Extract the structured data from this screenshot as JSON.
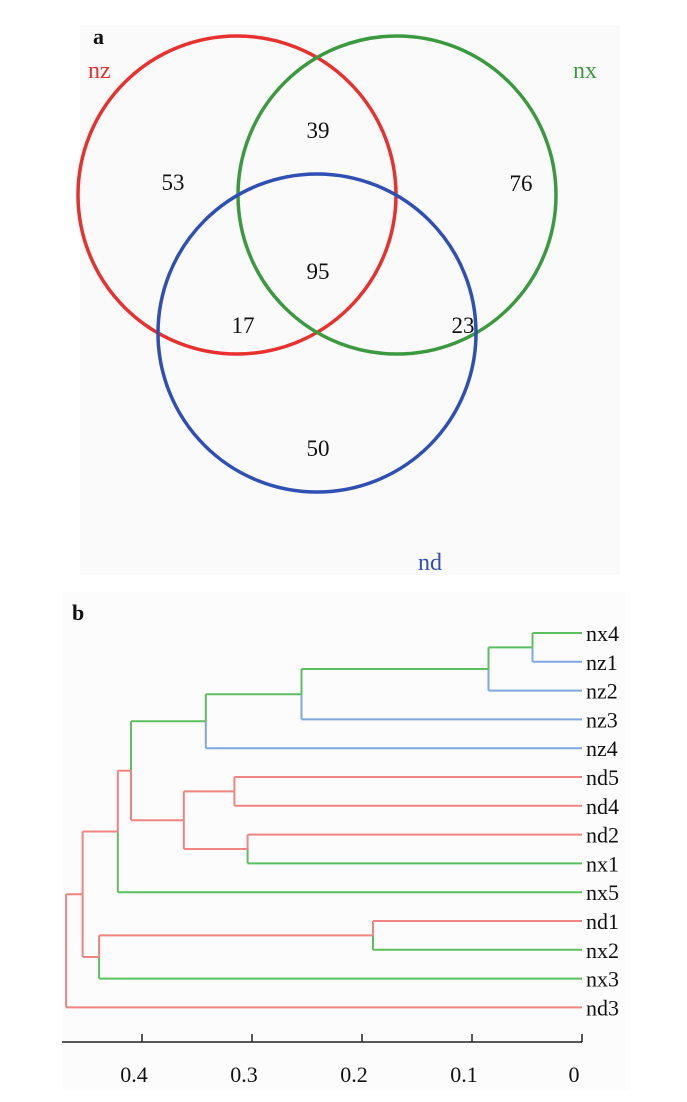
{
  "colors": {
    "nz": "#e8312f",
    "nx": "#3b9a3f",
    "nd": "#2f4fb3",
    "branch_red": "#ef8480",
    "branch_green": "#5cbf5f",
    "branch_blue": "#7ea8e2"
  },
  "chart_data": [
    {
      "type": "venn",
      "panel_label": "a",
      "sets": [
        "nz",
        "nx",
        "nd"
      ],
      "regions": {
        "nz_only": "53",
        "nz_nx": "39",
        "nx_only": "76",
        "all": "95",
        "nz_nd": "17",
        "nx_nd": "23",
        "nd_only": "50"
      }
    },
    {
      "type": "dendrogram",
      "panel_label": "b",
      "xlim": [
        0.474,
        0
      ],
      "ticks": [
        "0.4",
        "0.3",
        "0.2",
        "0.1",
        "0"
      ],
      "tick_values": [
        0.4,
        0.3,
        0.2,
        0.1,
        0
      ],
      "leaves": [
        "nx4",
        "nz1",
        "nz2",
        "nz3",
        "nz4",
        "nd5",
        "nd4",
        "nd2",
        "nx1",
        "nx5",
        "nd1",
        "nx2",
        "nx3",
        "nd3"
      ],
      "tree": {
        "h": 0.469,
        "colors": [
          "red",
          "red"
        ],
        "children": [
          {
            "h": 0.454,
            "colors": [
              "red",
              "red"
            ],
            "children": [
              {
                "h": 0.422,
                "colors": [
                  "red",
                  "green"
                ],
                "children": [
                  {
                    "h": 0.41,
                    "colors": [
                      "green",
                      "red"
                    ],
                    "children": [
                      {
                        "h": 0.342,
                        "colors": [
                          "green",
                          "blue"
                        ],
                        "children": [
                          {
                            "h": 0.255,
                            "colors": [
                              "green",
                              "blue"
                            ],
                            "children": [
                              {
                                "h": 0.085,
                                "colors": [
                                  "green",
                                  "blue"
                                ],
                                "children": [
                                  {
                                    "h": 0.045,
                                    "colors": [
                                      "green",
                                      "blue"
                                    ],
                                    "children": [
                                      {
                                        "leaf": 0
                                      },
                                      {
                                        "leaf": 1
                                      }
                                    ]
                                  },
                                  {
                                    "leaf": 2
                                  }
                                ]
                              },
                              {
                                "leaf": 3
                              }
                            ]
                          },
                          {
                            "leaf": 4
                          }
                        ]
                      },
                      {
                        "h": 0.362,
                        "colors": [
                          "red",
                          "red"
                        ],
                        "children": [
                          {
                            "h": 0.316,
                            "colors": [
                              "red",
                              "red"
                            ],
                            "children": [
                              {
                                "leaf": 5
                              },
                              {
                                "leaf": 6
                              }
                            ]
                          },
                          {
                            "h": 0.304,
                            "colors": [
                              "red",
                              "green"
                            ],
                            "children": [
                              {
                                "leaf": 7
                              },
                              {
                                "leaf": 8
                              }
                            ]
                          }
                        ]
                      }
                    ]
                  },
                  {
                    "leaf": 9
                  }
                ]
              },
              {
                "h": 0.439,
                "colors": [
                  "red",
                  "green"
                ],
                "children": [
                  {
                    "h": 0.19,
                    "colors": [
                      "red",
                      "green"
                    ],
                    "children": [
                      {
                        "leaf": 10
                      },
                      {
                        "leaf": 11
                      }
                    ]
                  },
                  {
                    "leaf": 12
                  }
                ]
              }
            ]
          },
          {
            "leaf": 13
          }
        ]
      }
    }
  ]
}
